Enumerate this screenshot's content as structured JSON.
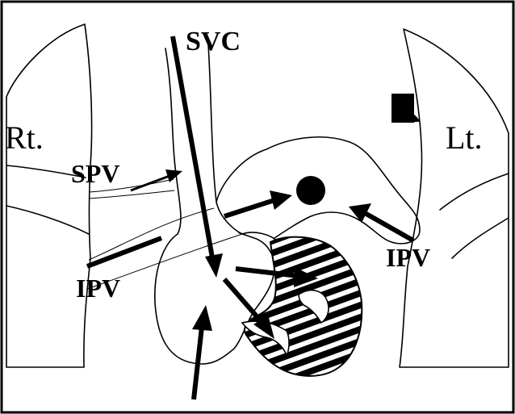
{
  "labels": {
    "svc": "SVC",
    "right": "Rt.",
    "left": "Lt.",
    "spv": "SPV",
    "ipv_right": "IPV",
    "ipv_left": "IPV"
  }
}
